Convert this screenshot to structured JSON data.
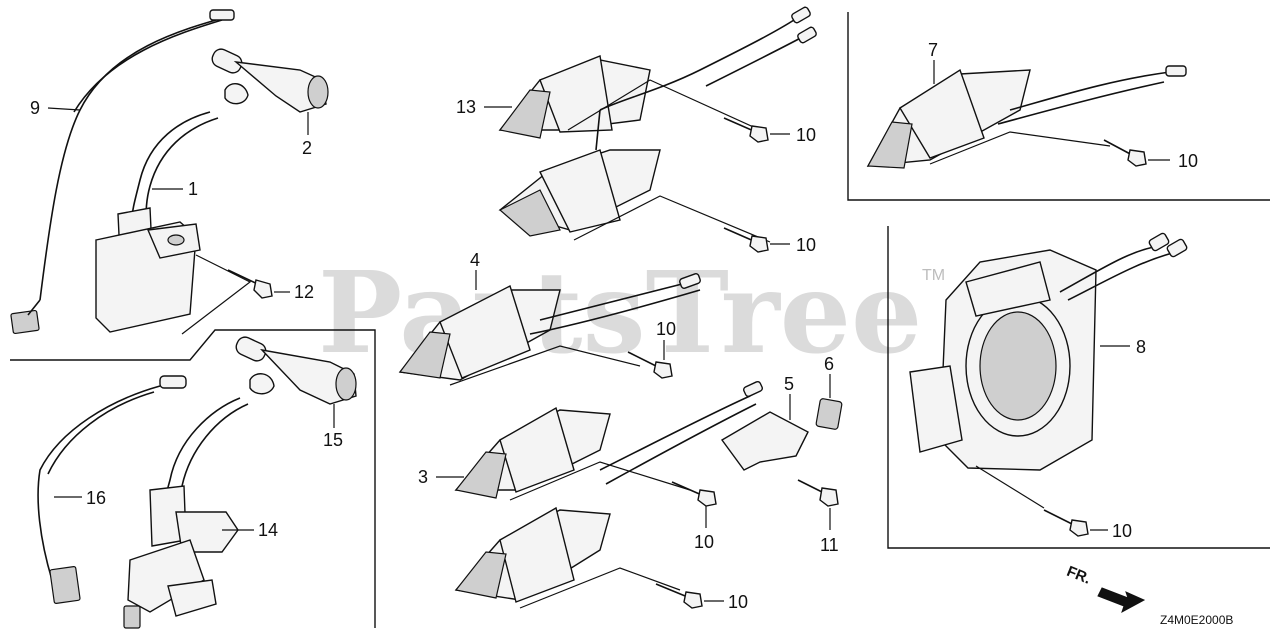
{
  "watermark": "PartsTree",
  "trademark": "TM",
  "diagram_code": "Z4M0E2000B",
  "direction_label": "FR.",
  "callouts": {
    "c1": "1",
    "c2": "2",
    "c3": "3",
    "c4": "4",
    "c5": "5",
    "c6": "6",
    "c7": "7",
    "c8": "8",
    "c9": "9",
    "c10a": "10",
    "c10b": "10",
    "c10c": "10",
    "c10d": "10",
    "c10e": "10",
    "c10f": "10",
    "c10g": "10",
    "c11": "11",
    "c12": "12",
    "c13": "13",
    "c14": "14",
    "c15": "15",
    "c16": "16"
  }
}
